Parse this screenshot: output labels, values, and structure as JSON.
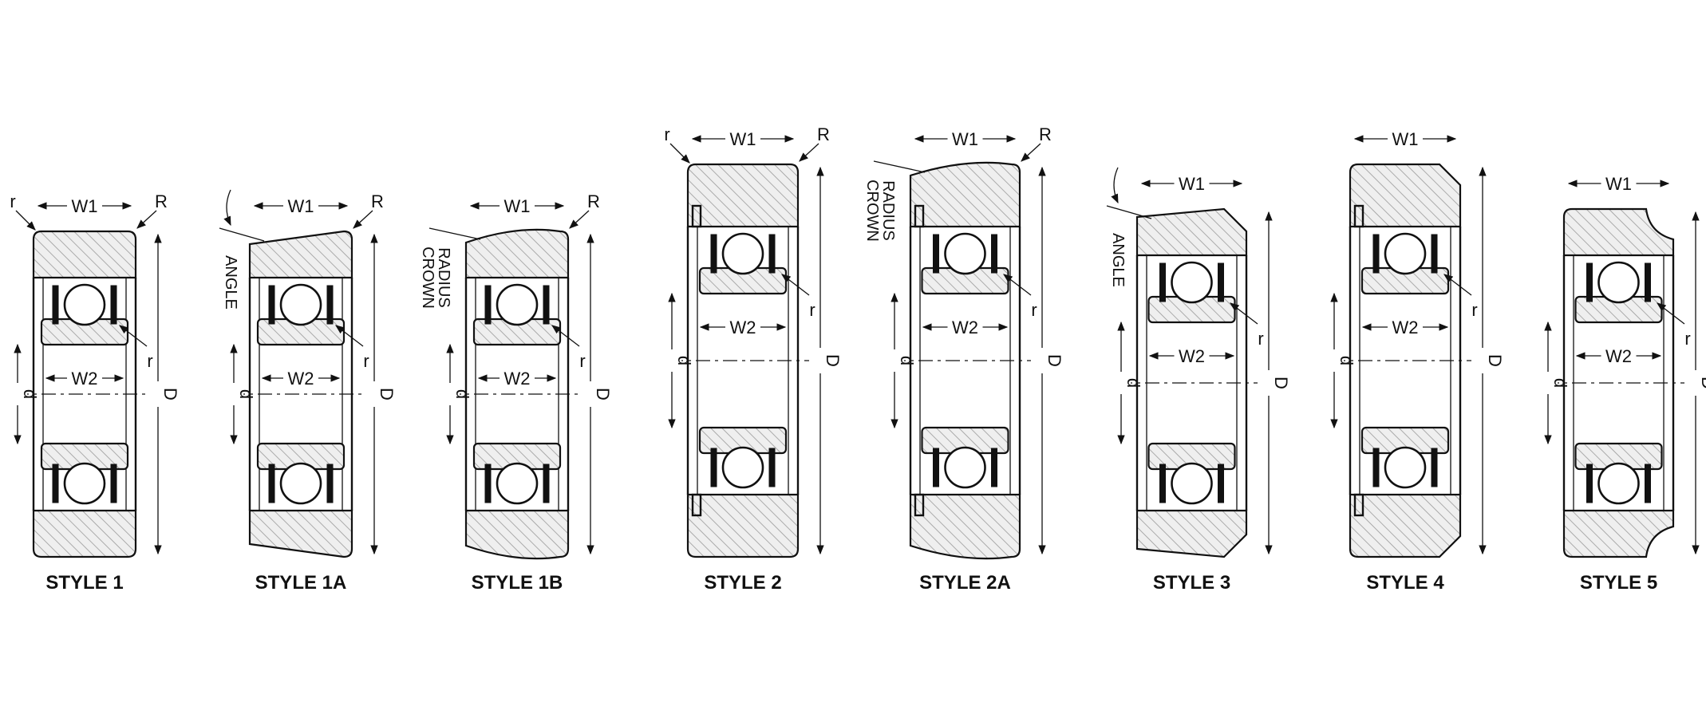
{
  "diagram": {
    "styles": [
      {
        "caption": "STYLE 1",
        "profile": "square",
        "flange": false,
        "note": ""
      },
      {
        "caption": "STYLE 1A",
        "profile": "angle",
        "flange": false,
        "note": "ANGLE"
      },
      {
        "caption": "STYLE 1B",
        "profile": "crown",
        "flange": false,
        "note": "CROWN RADIUS"
      },
      {
        "caption": "STYLE 2",
        "profile": "square",
        "flange": true,
        "note": ""
      },
      {
        "caption": "STYLE 2A",
        "profile": "crown",
        "flange": true,
        "note": "CROWN RADIUS"
      },
      {
        "caption": "STYLE 3",
        "profile": "angle",
        "flange": false,
        "note": "ANGLE",
        "chamfer": true
      },
      {
        "caption": "STYLE 4",
        "profile": "chamfer",
        "flange": true,
        "note": ""
      },
      {
        "caption": "STYLE 5",
        "profile": "concave",
        "flange": false,
        "note": ""
      }
    ],
    "labels": {
      "w1": "W1",
      "w2": "W2",
      "d_outer": "D",
      "d_bore": "d",
      "r_small": "r",
      "r_large": "R"
    }
  }
}
